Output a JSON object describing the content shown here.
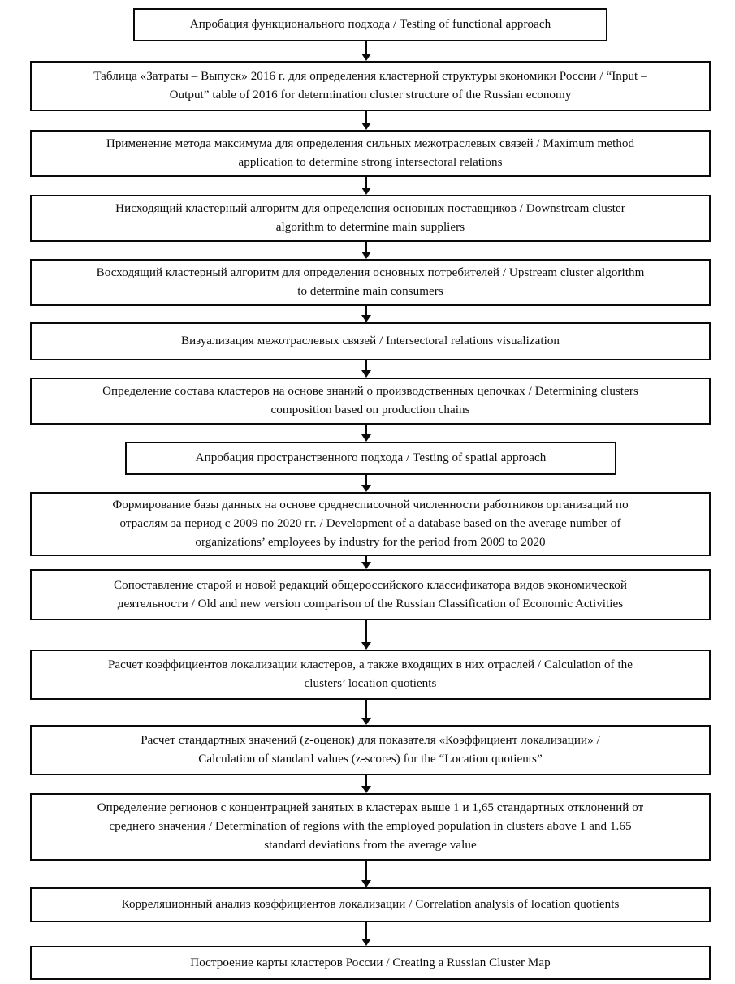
{
  "diagram": {
    "title": "Methodology flowchart for cluster identification in the Russian economy",
    "orientation": "top-to-bottom",
    "connector_icon": "arrow-down-icon",
    "colors": {
      "box_border": "#0a0a0a",
      "box_fill": "#ffffff",
      "text": "#0d0d0d",
      "arrow": "#0a0a0a"
    },
    "nodes": [
      {
        "id": "n1",
        "name": "testing-functional-approach",
        "text": "Апробация функционального подхода / Testing of functional approach",
        "width": "narrow",
        "lines": 1
      },
      {
        "id": "n2",
        "name": "input-output-table-2016",
        "text": "Таблица «Затраты – Выпуск» 2016 г. для определения кластерной структуры экономики России / “Input –\nOutput” table of 2016 for determination cluster structure of the Russian economy",
        "width": "wide",
        "lines": 2
      },
      {
        "id": "n3",
        "name": "maximum-method-application",
        "text": "Применение метода максимума для определения сильных межотраслевых связей / Maximum method\napplication to determine strong intersectoral relations",
        "width": "wide",
        "lines": 2
      },
      {
        "id": "n4",
        "name": "downstream-cluster-algorithm",
        "text": "Нисходящий кластерный алгоритм для определения основных поставщиков / Downstream cluster\nalgorithm to determine main suppliers",
        "width": "wide",
        "lines": 2
      },
      {
        "id": "n5",
        "name": "upstream-cluster-algorithm",
        "text": "Восходящий кластерный алгоритм для определения основных потребителей / Upstream cluster algorithm\nto determine main consumers",
        "width": "wide",
        "lines": 2
      },
      {
        "id": "n6",
        "name": "intersectoral-relations-visualization",
        "text": "Визуализация межотраслевых связей / Intersectoral relations visualization",
        "width": "wide",
        "lines": 1
      },
      {
        "id": "n7",
        "name": "determining-clusters-composition",
        "text": "Определение состава кластеров на основе знаний о производственных цепочках / Determining clusters\ncomposition based on production chains",
        "width": "wide",
        "lines": 2
      },
      {
        "id": "n8",
        "name": "testing-spatial-approach",
        "text": "Апробация пространственного подхода / Testing of spatial approach",
        "width": "narrow",
        "lines": 1
      },
      {
        "id": "n9",
        "name": "database-development-employees",
        "text": "Формирование базы данных на основе среднесписочной численности работников организаций по\nотраслям за период с 2009 по 2020 гг. / Development of a database based on the average number of\norganizations’ employees by industry for the period from 2009 to 2020",
        "width": "wide",
        "lines": 3
      },
      {
        "id": "n10",
        "name": "classifier-version-comparison",
        "text": "Сопоставление старой и новой редакций общероссийского классификатора видов экономической\nдеятельности / Old and new version comparison of the Russian Classification of Economic Activities",
        "width": "wide",
        "lines": 2
      },
      {
        "id": "n11",
        "name": "location-quotients-calculation",
        "text": "Расчет коэффициентов локализации кластеров, а также входящих в них отраслей / Calculation of the\nclusters’ location quotients",
        "width": "wide",
        "lines": 2
      },
      {
        "id": "n12",
        "name": "z-scores-calculation",
        "text": "Расчет стандартных значений (z-оценок) для показателя «Коэффициент локализации» /\nCalculation of standard values (z-scores) for the “Location quotients”",
        "width": "wide",
        "lines": 2
      },
      {
        "id": "n13",
        "name": "regions-determination-std-deviations",
        "text": "Определение регионов с концентрацией занятых в кластерах выше 1 и 1,65 стандартных отклонений от\nсреднего значения / Determination of regions with the employed population in clusters above 1 and 1.65\nstandard deviations from the average value",
        "width": "wide",
        "lines": 3
      },
      {
        "id": "n14",
        "name": "correlation-analysis",
        "text": "Корреляционный анализ коэффициентов локализации / Correlation analysis of location quotients",
        "width": "wide",
        "lines": 1
      },
      {
        "id": "n15",
        "name": "creating-russian-cluster-map",
        "text": "Построение карты кластеров России / Creating a Russian Cluster Map",
        "width": "wide",
        "lines": 1
      }
    ]
  }
}
